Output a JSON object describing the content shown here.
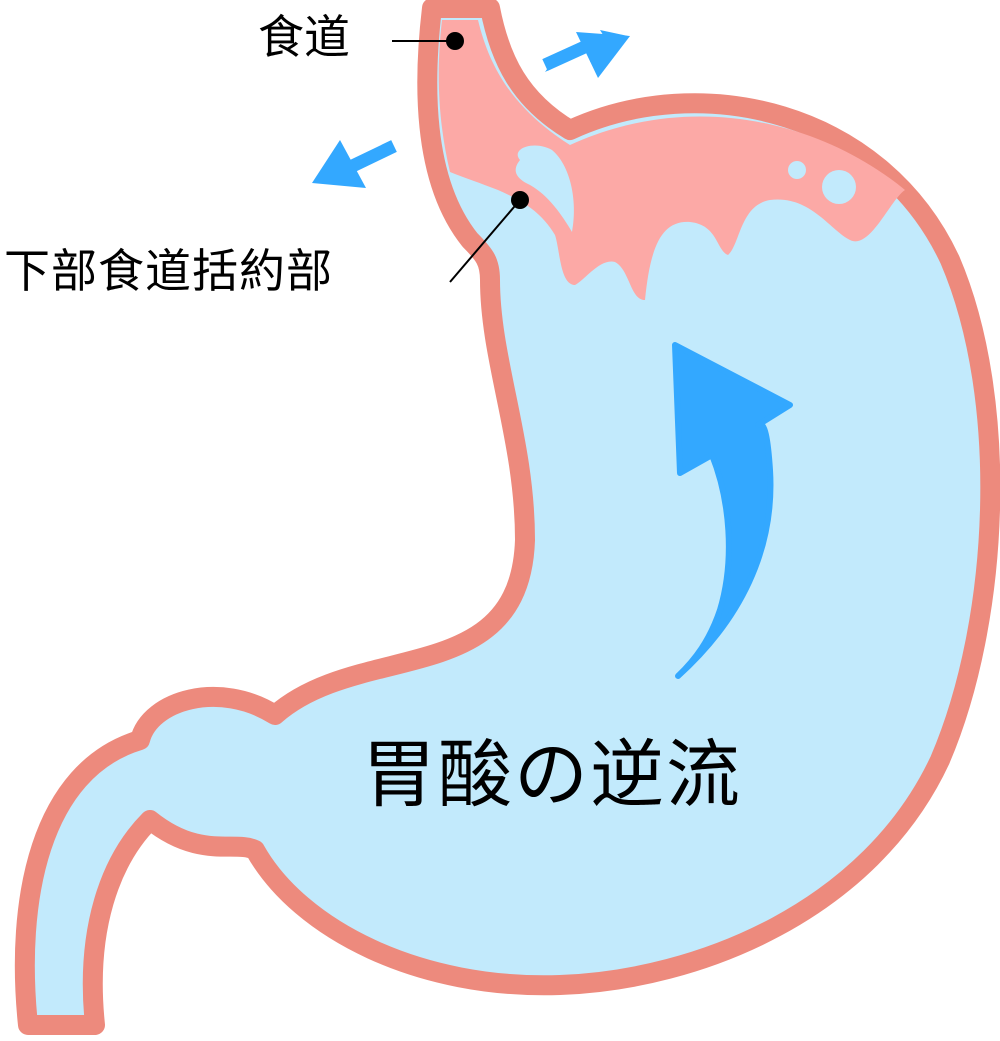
{
  "title": "胃酸の逆流",
  "labels": {
    "esophagus": "食道",
    "lower_esophageal_sphincter": "下部食道括約部",
    "acid_reflux": "胃酸の逆流"
  },
  "colors": {
    "outline": "#ED8A7D",
    "esophagus_fill": "#FCA9A6",
    "stomach_fill": "#C2EAFC",
    "arrow": "#33A8FF",
    "leader_line": "#000000",
    "background": "#FFFFFF"
  },
  "icons": {
    "arrow_upper_right": "arrow-up-right",
    "arrow_upper_left": "arrow-down-left",
    "reflux_arrow": "curved-arrow-up"
  }
}
